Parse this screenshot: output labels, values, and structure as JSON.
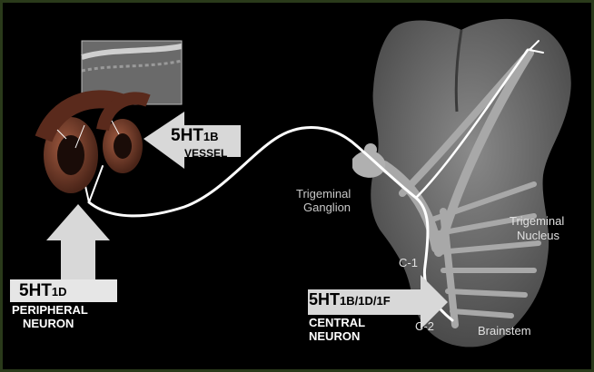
{
  "labels": {
    "vessel_receptor_main": "5HT",
    "vessel_receptor_sub": "1B",
    "vessel_caption": "VESSEL",
    "peripheral_receptor_main": "5HT",
    "peripheral_receptor_sub": "1D",
    "peripheral_caption_line1": "PERIPHERAL",
    "peripheral_caption_line2": "NEURON",
    "central_receptor_main": "5HT",
    "central_receptor_sub": "1B/1D/1F",
    "central_caption_line1": "CENTRAL",
    "central_caption_line2": "NEURON",
    "trigeminal_ganglion_line1": "Trigeminal",
    "trigeminal_ganglion_line2": "Ganglion",
    "trigeminal_nucleus_line1": "Trigeminal",
    "trigeminal_nucleus_line2": "Nucleus",
    "c1": "C-1",
    "c2": "C-2",
    "brainstem": "Brainstem"
  },
  "colors": {
    "background": "#000000",
    "border": "#2a3a1a",
    "arrow": "#d8d8d8",
    "brain": "#6e6e6e",
    "nerve": "#ffffff",
    "vessel": "#7a3a2a"
  }
}
